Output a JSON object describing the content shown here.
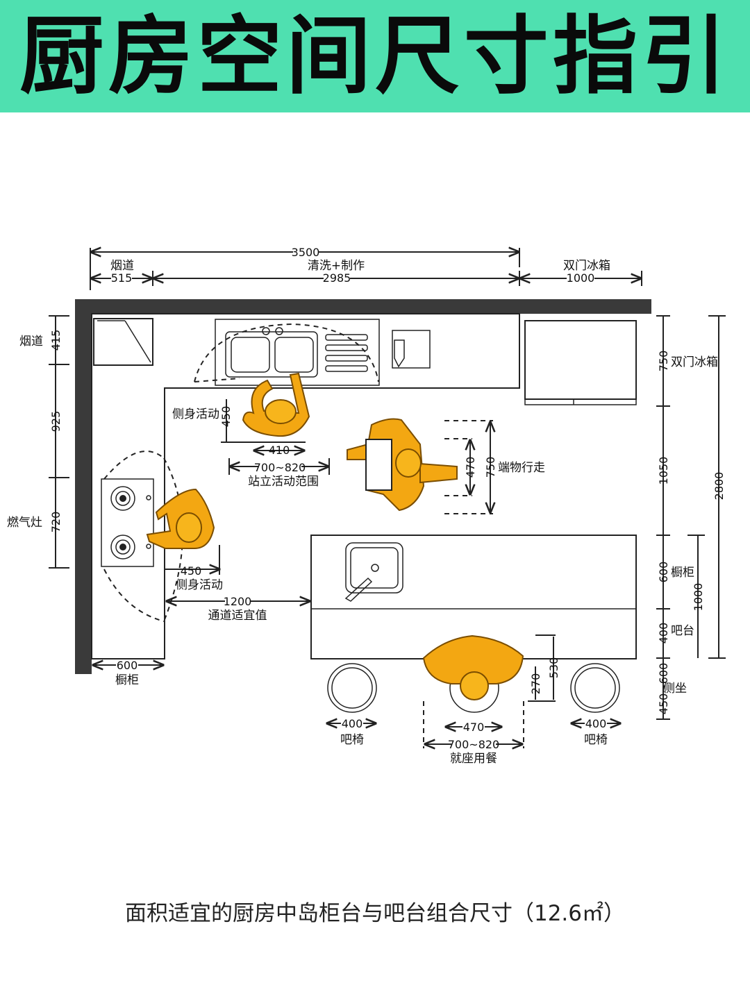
{
  "title": "厨房空间尺寸指引",
  "caption": "面积适宜的厨房中岛柜台与吧台组合尺寸（12.6㎡）",
  "colors": {
    "banner": "#4fe0b0",
    "person": "#f3a712",
    "wall": "#3a3a3a"
  },
  "labels": {
    "total_width": "3500",
    "flue_top": "烟道",
    "flue_top_dim": "515",
    "wash_prep": "清洗+制作",
    "wash_prep_dim": "2985",
    "fridge_top": "双门冰箱",
    "fridge_top_dim": "1000",
    "left_flue": "烟道",
    "left_415": "415",
    "left_925": "925",
    "gas_stove": "燃气灶",
    "left_720": "720",
    "side_move_1": "侧身活动",
    "d450_a": "450",
    "d410": "410",
    "d700_820_a": "700~820",
    "stand_range": "站立活动范围",
    "d470_a": "470",
    "d750_a": "750",
    "carry_walk": "端物行走",
    "d450_b": "450",
    "side_move_2": "侧身活动",
    "d1200": "1200",
    "aisle": "通道适宜值",
    "d600_bottom": "600",
    "cabinet_bottom": "橱柜",
    "right_750": "750",
    "fridge_right": "双门冰箱",
    "right_1050": "1050",
    "right_2800": "2800",
    "right_600": "600",
    "cabinet_right": "橱柜",
    "right_1000": "1000",
    "right_400": "400",
    "bar_right": "吧台",
    "right_450_600": "450~600",
    "side_seat": "侧坐",
    "d530": "530",
    "d270": "270",
    "d400_left": "400",
    "stool_left": "吧椅",
    "d470_b": "470",
    "d700_820_b": "700~820",
    "seated_dining": "就座用餐",
    "d400_right": "400",
    "stool_right": "吧椅"
  }
}
